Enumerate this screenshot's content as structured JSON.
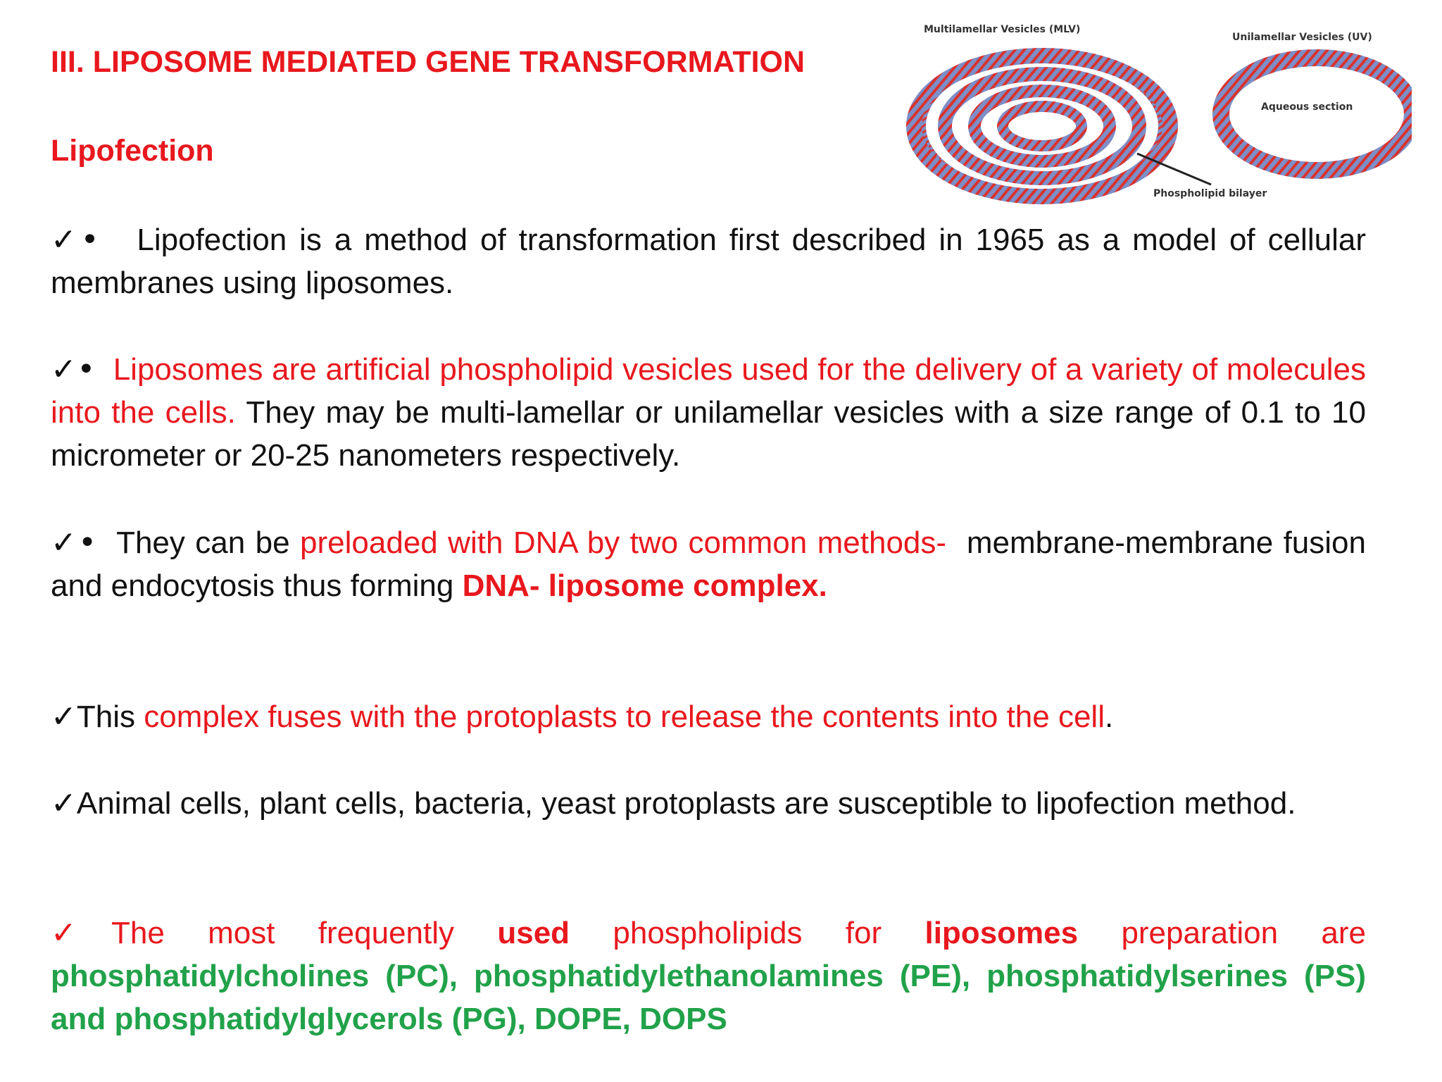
{
  "heading": "III. LIPOSOME MEDIATED GENE TRANSFORMATION",
  "subheading": "Lipofection",
  "check_glyph": "✓",
  "bullet_glyph": "•",
  "figure": {
    "mlv_label": "Multilamellar Vesicles (MLV)",
    "uv_label": "Unilamellar Vesicles (UV)",
    "aqueous_label": "Aqueous section",
    "bilayer_label": "Phospholipid bilayer"
  },
  "paragraphs": [
    {
      "text": "Lipofection is a method of transformation first described in 1965 as a model of cellular membranes using liposomes."
    },
    {
      "red_lead": "Liposomes are artificial phospholipid vesicles used for the delivery of a variety of molecules into the cells.",
      "text": "They may be multi-lamellar or unilamellar vesicles with a size range of 0.1 to 10 micrometer or 20-25 nanometers respectively."
    },
    {
      "lead": "They can be",
      "red": "preloaded with DNA by two common methods-",
      "middle": "membrane-membrane fusion and endocytosis thus forming",
      "red_bold": "DNA- liposome complex."
    },
    {
      "lead": "This",
      "red": "complex fuses with the protoplasts to release the contents into the cell",
      "tail": "."
    },
    {
      "text": "Animal cells, plant cells, bacteria, yeast protoplasts are susceptible to lipofection method."
    },
    {
      "part1": "The most frequently",
      "bold1": "used",
      "part2": "phospholipids for",
      "bold2": "liposomes",
      "part3": "preparation are",
      "green": "phosphatidylcholines (PC), phosphatidylethanolamines (PE), phosphatidylserines (PS) and phosphatidylglycerols (PG), DOPE, DOPS"
    }
  ],
  "colors": {
    "heading_red": "#e8181e",
    "body_text": "#111111",
    "emphasis_green": "#21a24a",
    "lipid_head_red": "#d8332f",
    "lipid_tail_blue": "#6a82c4"
  }
}
